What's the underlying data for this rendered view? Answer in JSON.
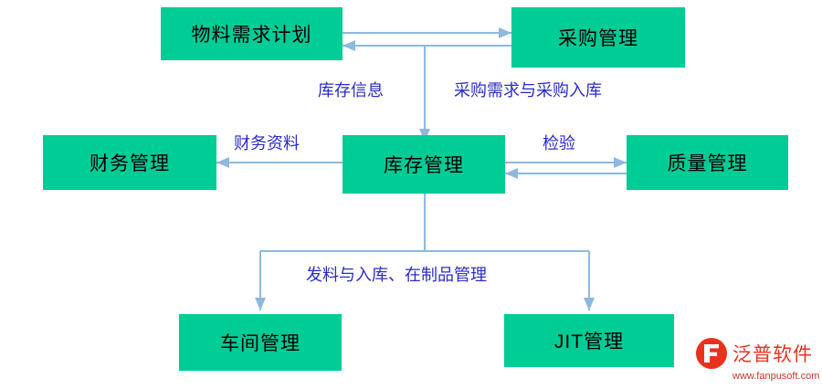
{
  "diagram": {
    "type": "flow-diagram",
    "accent_color": "#00cc96",
    "label_color": "#2b2bc8",
    "arrow_color": "#8fb8e0",
    "nodes": [
      {
        "id": "mrp",
        "label": "物料需求计划"
      },
      {
        "id": "purchase",
        "label": "采购管理"
      },
      {
        "id": "finance",
        "label": "财务管理"
      },
      {
        "id": "inventory",
        "label": "库存管理"
      },
      {
        "id": "quality",
        "label": "质量管理"
      },
      {
        "id": "workshop",
        "label": "车间管理"
      },
      {
        "id": "jit",
        "label": "JIT管理"
      }
    ],
    "edge_labels": [
      {
        "id": "stock-info",
        "text": "库存信息"
      },
      {
        "id": "purchase-demand",
        "text": "采购需求与采购入库"
      },
      {
        "id": "finance-data",
        "text": "财务资料"
      },
      {
        "id": "inspection",
        "text": "检验"
      },
      {
        "id": "issue-wip",
        "text": "发料与入库、在制品管理"
      }
    ]
  },
  "logo": {
    "name": "泛普软件",
    "url": "www.fanpusoft.com"
  }
}
